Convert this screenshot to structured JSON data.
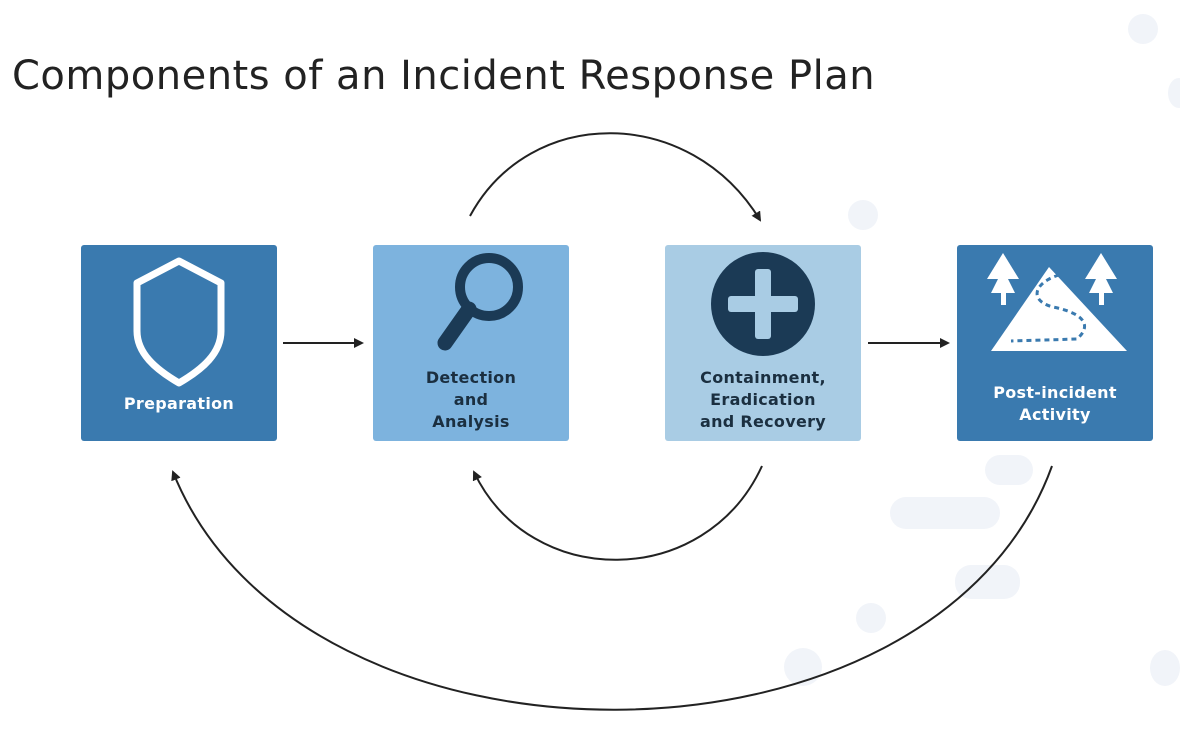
{
  "title": "Components of an Incident Response Plan",
  "steps": [
    {
      "label_lines": [
        "Preparation"
      ],
      "icon": "shield-icon",
      "color": "#3a7aaf"
    },
    {
      "label_lines": [
        "Detection",
        "and",
        "Analysis"
      ],
      "icon": "magnifier-icon",
      "color": "#7db3de"
    },
    {
      "label_lines": [
        "Containment,",
        "Eradication",
        "and Recovery"
      ],
      "icon": "plus-icon",
      "color": "#a9cce4"
    },
    {
      "label_lines": [
        "Post-incident",
        "Activity"
      ],
      "icon": "mountain-trees-icon",
      "color": "#3a7aaf"
    }
  ],
  "colors": {
    "dark_navy": "#1b3a55",
    "arrow": "#222222"
  }
}
